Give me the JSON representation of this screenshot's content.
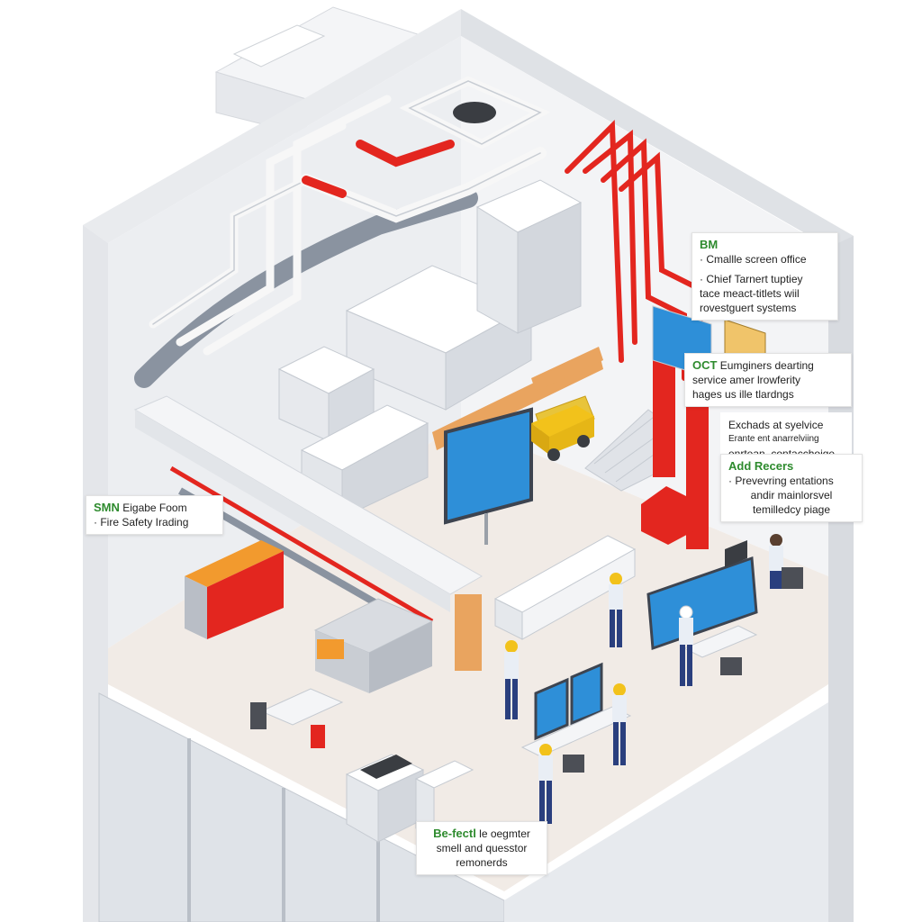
{
  "colors": {
    "wall": "#f2f3f5",
    "wall_shade": "#e3e5e9",
    "floor": "#efe9e4",
    "pipe_white": "#f7f7f7",
    "pipe_red": "#e3261f",
    "duct_gray": "#8a93a0",
    "equipment": "#e9ebee",
    "screen_blue": "#2e8fd8",
    "accent_green": "#2e8b2e",
    "hardhat": "#f2c21b",
    "worker_uniform": "#2a3f7e"
  },
  "callouts": [
    {
      "id": "bm",
      "heading": "BM",
      "heading_color": "#2e8b2e",
      "lines": [
        "· Cmallle screen office",
        "· Chief Tarnert tuptiey",
        "tace meact-titlets wiil",
        "rovestguert systems"
      ]
    },
    {
      "id": "oct",
      "heading": "OCT",
      "heading_suffix": " Eumginers dearting",
      "heading_color": "#2e8b2e",
      "lines": [
        "service amer lrowferity",
        "hages us ille tlardngs"
      ]
    },
    {
      "id": "exchads",
      "heading": "",
      "lines": [
        "Exchads at syelvice",
        "Erante ent anarrelviing",
        "enrtean, contacchoige."
      ]
    },
    {
      "id": "add-recers",
      "heading": "Add Recers",
      "heading_color": "#2e8b2e",
      "lines": [
        "· Prevevring entations",
        "andir mainlorsvel",
        "temilledcy piage"
      ]
    },
    {
      "id": "smn",
      "heading": "SMN",
      "heading_suffix": " Eigabe Foom",
      "heading_color": "#2e8b2e",
      "lines": [
        "· Fire Safety Irading"
      ]
    },
    {
      "id": "befectl",
      "heading": "Be-fectl",
      "heading_suffix": " le oegmter",
      "heading_color": "#2e8b2e",
      "lines": [
        "smell and quesstor",
        "remonerds"
      ]
    }
  ]
}
